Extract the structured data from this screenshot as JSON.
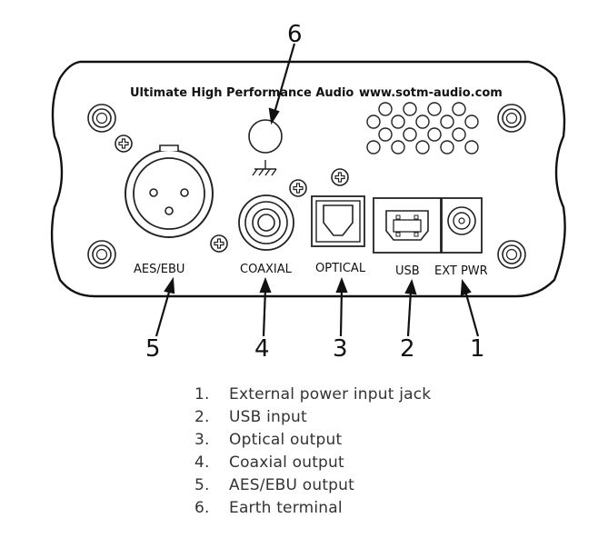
{
  "panel": {
    "brand_text": "Ultimate High Performance Audio",
    "website": "www.sotm-audio.com"
  },
  "ports": {
    "aes_ebu": "AES/EBU",
    "coaxial": "COAXIAL",
    "optical": "OPTICAL",
    "usb": "USB",
    "ext_pwr": "EXT PWR"
  },
  "callouts": [
    "1",
    "2",
    "3",
    "4",
    "5",
    "6"
  ],
  "legend": [
    {
      "num": "1.",
      "text": "External power input jack"
    },
    {
      "num": "2.",
      "text": "USB input"
    },
    {
      "num": "3.",
      "text": "Optical output"
    },
    {
      "num": "4.",
      "text": "Coaxial output"
    },
    {
      "num": "5.",
      "text": "AES/EBU output"
    },
    {
      "num": "6.",
      "text": "Earth terminal"
    }
  ]
}
